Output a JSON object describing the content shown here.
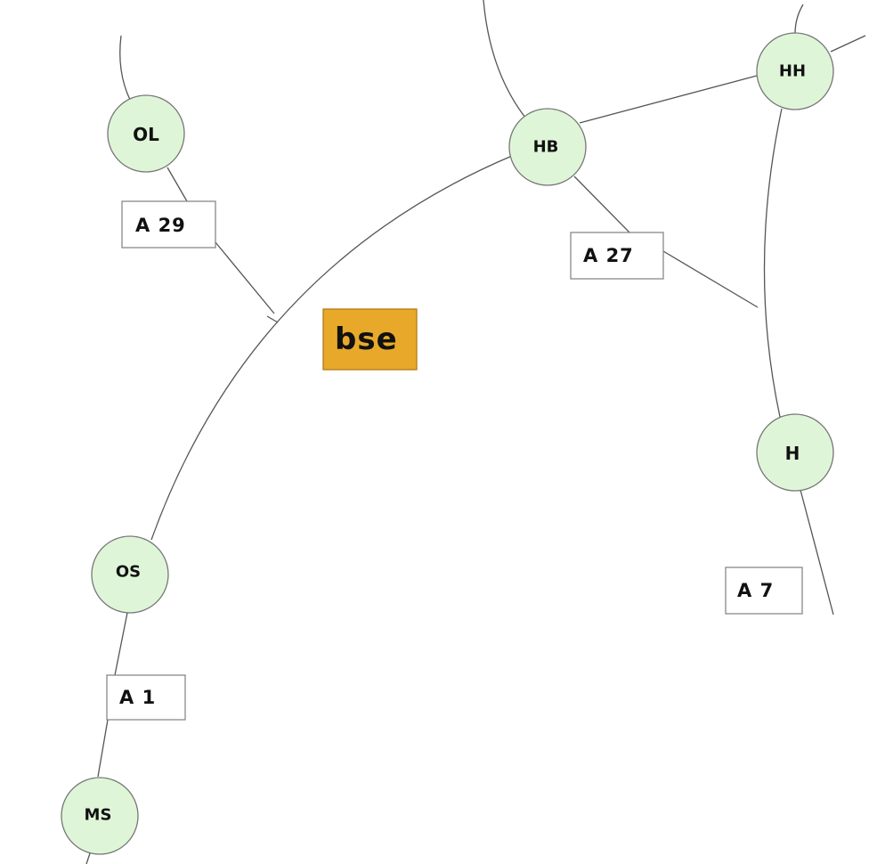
{
  "stations": {
    "ol": "OL",
    "hb": "HB",
    "hh": "HH",
    "h": "H",
    "os": "OS",
    "ms": "MS"
  },
  "routes": {
    "a29": "A 29",
    "a27": "A 27",
    "a7": "A 7",
    "a1": "A 1"
  },
  "area_label": "bse",
  "colors": {
    "station_fill": "#dff5d8",
    "area_fill": "#e8a92a"
  }
}
